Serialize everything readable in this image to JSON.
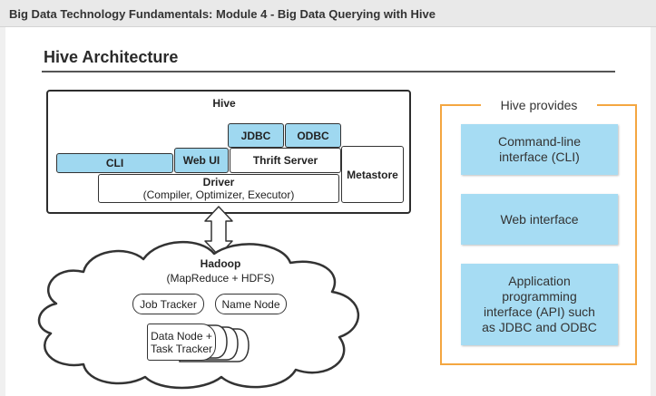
{
  "header": {
    "title": "Big Data Technology Fundamentals: Module 4 - Big Data Querying with Hive"
  },
  "slide": {
    "title": "Hive Architecture"
  },
  "hive": {
    "label": "Hive",
    "jdbc": "JDBC",
    "odbc": "ODBC",
    "cli": "CLI",
    "webui": "Web UI",
    "thrift": "Thrift Server",
    "metastore": "Metastore",
    "driver_title": "Driver",
    "driver_sub": "(Compiler, Optimizer, Executor)"
  },
  "hadoop": {
    "title": "Hadoop",
    "subtitle": "(MapReduce + HDFS)",
    "job_tracker": "Job Tracker",
    "name_node": "Name Node",
    "data_node_1": "Data Node +",
    "data_node_2": "Task Tracker"
  },
  "provides": {
    "title": "Hive provides",
    "items": [
      {
        "line1": "Command-line",
        "line2": "interface (CLI)"
      },
      {
        "line1": "Web interface"
      },
      {
        "line1": "Application",
        "line2": "programming",
        "line3": "interface (API) such",
        "line4": "as JDBC and ODBC"
      }
    ]
  },
  "colors": {
    "component_blue": "#9fd8f0",
    "panel_blue": "#a6dcf3",
    "panel_border_orange": "#f4a640",
    "header_gray": "#e9e9e9"
  }
}
